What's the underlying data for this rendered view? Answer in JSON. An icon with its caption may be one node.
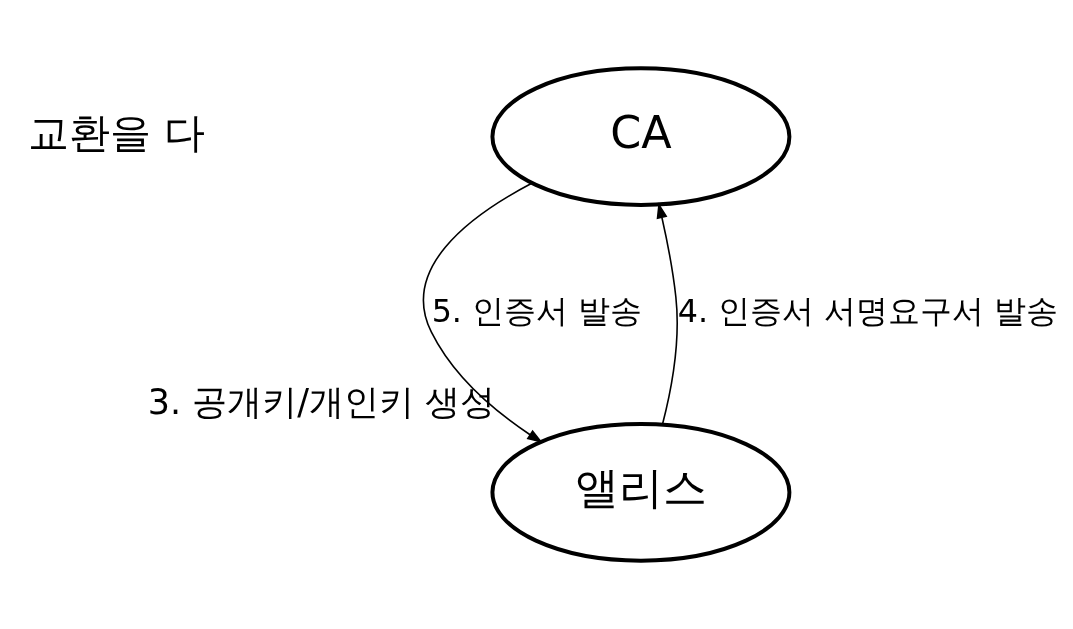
{
  "diagram": {
    "nodes": [
      {
        "text": [
          "CA"
        ]
      },
      {
        "text": [
          "앨리스"
        ],
        "beside": [
          "3. 공개키/개인키 생성"
        ]
      }
    ],
    "edges": [
      {
        "from": 1,
        "to": 0,
        "arrow": "to",
        "label": "4. 인증서 서명요구서 발송"
      },
      {
        "from": 0,
        "to": 1,
        "arrow": "to",
        "label": "5. 인증서 발송"
      }
    ],
    "labels": [
      "교환을 다"
    ]
  }
}
